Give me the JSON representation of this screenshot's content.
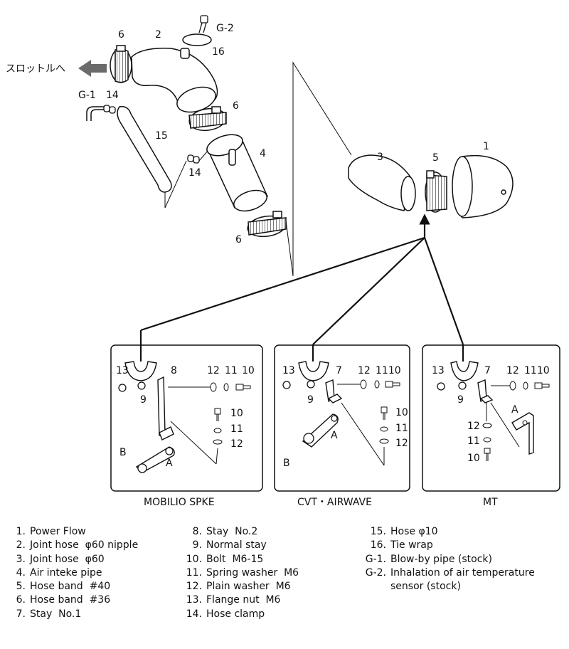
{
  "direction_label": "スロットルへ",
  "callouts": {
    "n1": "1",
    "n2": "2",
    "n3": "3",
    "n4": "4",
    "n5": "5",
    "n6a": "6",
    "n6b": "6",
    "n6c": "6",
    "n14a": "14",
    "n14b": "14",
    "n15": "15",
    "n16": "16",
    "g1": "G-1",
    "g2": "G-2"
  },
  "panels": [
    {
      "caption": "MOBILIO SPKE",
      "n13": "13",
      "n8": "8",
      "n12": "12",
      "n11": "11",
      "n10": "10",
      "n9": "9",
      "v10": "10",
      "v11": "11",
      "v12": "12",
      "a": "A",
      "b": "B"
    },
    {
      "caption": "CVT・AIRWAVE",
      "n13": "13",
      "n7": "7",
      "n12": "12",
      "n1110": "1110",
      "n9": "9",
      "v10": "10",
      "v11": "11",
      "v12": "12",
      "a": "A",
      "b": "B"
    },
    {
      "caption": "MT",
      "n13": "13",
      "n7": "7",
      "n12": "12",
      "n1110": "1110",
      "n9": "9",
      "a": "A",
      "v12": "12",
      "v11": "11",
      "v10": "10"
    }
  ],
  "parts_list": {
    "col1": [
      {
        "num": "1.",
        "name": "Power Flow"
      },
      {
        "num": "2.",
        "name": "Joint hose  φ60 nipple"
      },
      {
        "num": "3.",
        "name": "Joint hose  φ60"
      },
      {
        "num": "4.",
        "name": "Air inteke pipe"
      },
      {
        "num": "5.",
        "name": "Hose band  #40"
      },
      {
        "num": "6.",
        "name": "Hose band  #36"
      },
      {
        "num": "7.",
        "name": "Stay  No.1"
      }
    ],
    "col2": [
      {
        "num": "8.",
        "name": "Stay  No.2"
      },
      {
        "num": "9.",
        "name": "Normal stay"
      },
      {
        "num": "10.",
        "name": "Bolt  M6-15"
      },
      {
        "num": "11.",
        "name": "Spring washer  M6"
      },
      {
        "num": "12.",
        "name": "Plain washer  M6"
      },
      {
        "num": "13.",
        "name": "Flange nut  M6"
      },
      {
        "num": "14.",
        "name": "Hose clamp"
      }
    ],
    "col3": [
      {
        "num": "15.",
        "name": "Hose  φ10"
      },
      {
        "num": "16.",
        "name": "Tie wrap"
      },
      {
        "num": "G-1.",
        "name": "Blow-by pipe (stock)"
      },
      {
        "num": "G-2.",
        "name": "Inhalation of air temperature sensor (stock)"
      }
    ]
  }
}
